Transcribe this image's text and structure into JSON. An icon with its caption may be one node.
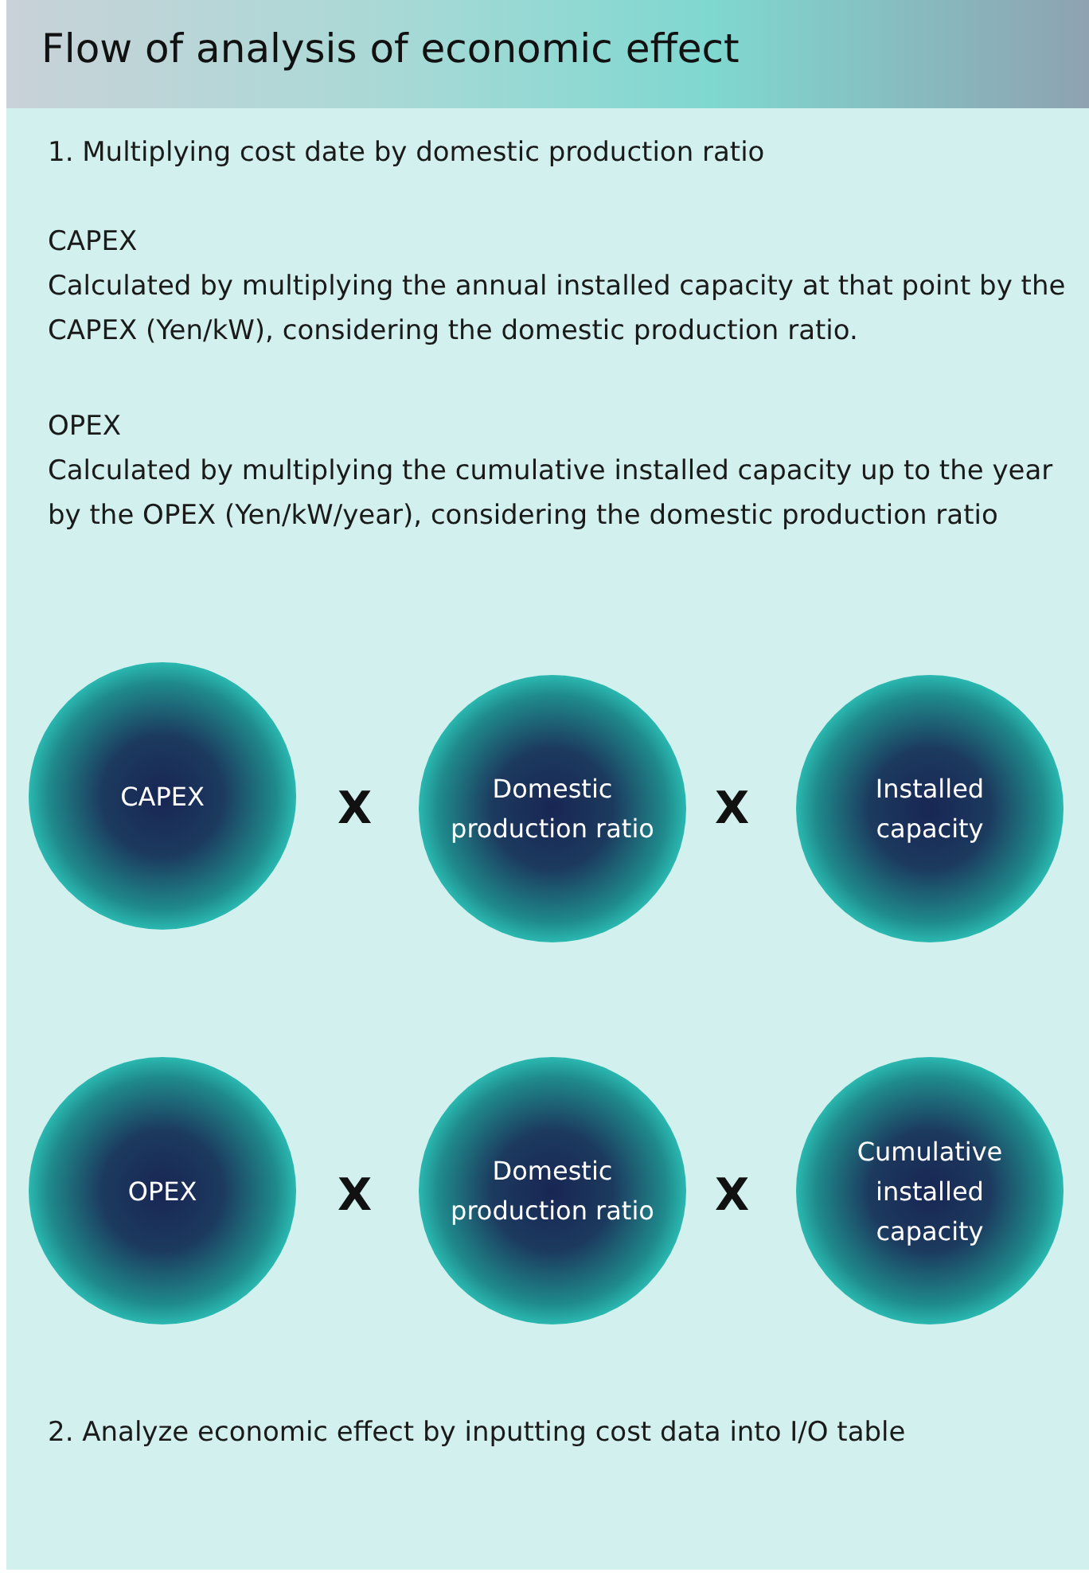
{
  "diagram": {
    "title": "Flow of analysis of economic effect",
    "nodes": [
      {
        "text": [
          "CAPEX"
        ]
      },
      {
        "text": [
          "Domestic production ratio"
        ]
      },
      {
        "text": [
          "Installed capacity"
        ]
      },
      {
        "text": [
          "OPEX"
        ]
      },
      {
        "text": [
          "Domestic production ratio"
        ]
      },
      {
        "text": [
          "Cumulative installed capacity"
        ]
      }
    ],
    "labels": [
      "1. Multiplying cost date by domestic production ratio",
      "CAPEX",
      "Calculated by multiplying the annual installed capacity at that point by the CAPEX (Yen/kW), considering the domestic production ratio.",
      "OPEX",
      "Calculated by multiplying the cumulative installed capacity up to the year by the OPEX (Yen/kW/year), considering the domestic production ratio",
      "X",
      "X",
      "X",
      "X",
      "2. Analyze economic effect by inputting cost data into I/O table"
    ]
  }
}
